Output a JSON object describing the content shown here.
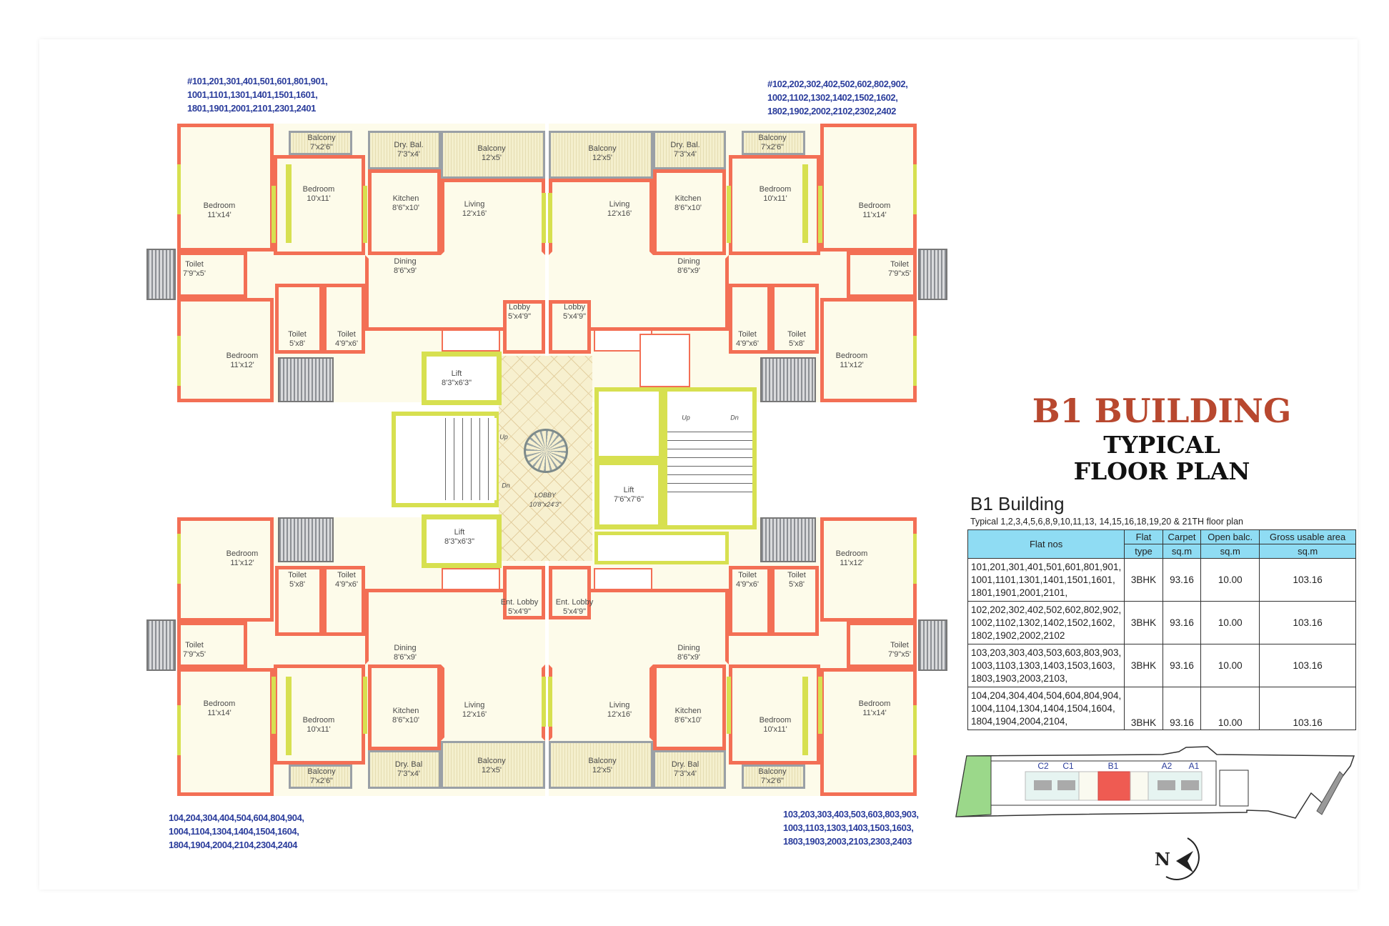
{
  "title": {
    "line1": "B1 BUILDING",
    "line2": "TYPICAL",
    "line3": "FLOOR PLAN"
  },
  "unit_numbers": {
    "top_left": [
      "#101,201,301,401,501,601,801,901,",
      "1001,1101,1301,1401,1501,1601,",
      "1801,1901,2001,2101,2301,2401"
    ],
    "top_right": [
      "#102,202,302,402,502,602,802,902,",
      "1002,1102,1302,1402,1502,1602,",
      "1802,1902,2002,2102,2302,2402"
    ],
    "bottom_left": [
      "104,204,304,404,504,604,804,904,",
      "1004,1104,1304,1404,1504,1604,",
      "1804,1904,2004,2104,2304,2404"
    ],
    "bottom_right": [
      "103,203,303,403,503,603,803,903,",
      "1003,1103,1303,1403,1503,1603,",
      "1803,1903,2003,2103,2303,2403"
    ]
  },
  "apartments": {
    "top_left": [
      {
        "name": "Bedroom",
        "size": "11'x14'"
      },
      {
        "name": "Balcony",
        "size": "7'x2'6\""
      },
      {
        "name": "Bedroom",
        "size": "10'x11'"
      },
      {
        "name": "Dry. Bal.",
        "size": "7'3\"x4'"
      },
      {
        "name": "Balcony",
        "size": "12'x5'"
      },
      {
        "name": "Kitchen",
        "size": "8'6\"x10'"
      },
      {
        "name": "Living",
        "size": "12'x16'"
      },
      {
        "name": "Dining",
        "size": "8'6\"x9'"
      },
      {
        "name": "Toilet",
        "size": "7'9\"x5'"
      },
      {
        "name": "Toilet",
        "size": "5'x8'"
      },
      {
        "name": "Toilet",
        "size": "4'9\"x6'"
      },
      {
        "name": "Bedroom",
        "size": "11'x12'"
      },
      {
        "name": "Lobby",
        "size": "5'x4'9\""
      }
    ],
    "top_right": [
      {
        "name": "Bedroom",
        "size": "11'x14'"
      },
      {
        "name": "Balcony",
        "size": "7'x2'6\""
      },
      {
        "name": "Bedroom",
        "size": "10'x11'"
      },
      {
        "name": "Dry. Bal.",
        "size": "7'3\"x4'"
      },
      {
        "name": "Balcony",
        "size": "12'x5'"
      },
      {
        "name": "Kitchen",
        "size": "8'6\"x10'"
      },
      {
        "name": "Living",
        "size": "12'x16'"
      },
      {
        "name": "Dining",
        "size": "8'6\"x9'"
      },
      {
        "name": "Toilet",
        "size": "7'9\"x5'"
      },
      {
        "name": "Toilet",
        "size": "5'x8'"
      },
      {
        "name": "Toilet",
        "size": "4'9\"x6'"
      },
      {
        "name": "Bedroom",
        "size": "11'x12'"
      },
      {
        "name": "Lobby",
        "size": "5'x4'9\""
      }
    ],
    "bottom_left": [
      {
        "name": "Bedroom",
        "size": "11'x14'"
      },
      {
        "name": "Balcony",
        "size": "7'x2'6\""
      },
      {
        "name": "Bedroom",
        "size": "10'x11'"
      },
      {
        "name": "Dry. Bal",
        "size": "7'3\"x4'"
      },
      {
        "name": "Balcony",
        "size": "12'x5'"
      },
      {
        "name": "Kitchen",
        "size": "8'6\"x10'"
      },
      {
        "name": "Living",
        "size": "12'x16'"
      },
      {
        "name": "Dining",
        "size": "8'6\"x9'"
      },
      {
        "name": "Toilet",
        "size": "7'9\"x5'"
      },
      {
        "name": "Toilet",
        "size": "5'x8'"
      },
      {
        "name": "Toilet",
        "size": "4'9\"x6'"
      },
      {
        "name": "Bedroom",
        "size": "11'x12'"
      },
      {
        "name": "Ent. Lobby",
        "size": "5'x4'9\""
      }
    ],
    "bottom_right": [
      {
        "name": "Bedroom",
        "size": "11'x14'"
      },
      {
        "name": "Balcony",
        "size": "7'x2'6\""
      },
      {
        "name": "Bedroom",
        "size": "10'x11'"
      },
      {
        "name": "Dry. Bal",
        "size": "7'3\"x4'"
      },
      {
        "name": "Balcony",
        "size": "12'x5'"
      },
      {
        "name": "Kitchen",
        "size": "8'6\"x10'"
      },
      {
        "name": "Living",
        "size": "12'x16'"
      },
      {
        "name": "Dining",
        "size": "8'6\"x9'"
      },
      {
        "name": "Toilet",
        "size": "7'9\"x5'"
      },
      {
        "name": "Toilet",
        "size": "5'x8'"
      },
      {
        "name": "Toilet",
        "size": "4'9\"x6'"
      },
      {
        "name": "Bedroom",
        "size": "11'x12'"
      },
      {
        "name": "Ent. Lobby",
        "size": "5'x4'9\""
      }
    ]
  },
  "core": {
    "lift_top": {
      "name": "Lift",
      "size": "8'3\"x6'3\""
    },
    "lift_bottom": {
      "name": "Lift",
      "size": "8'3\"x6'3\""
    },
    "lift_right": {
      "name": "Lift",
      "size": "7'6\"x7'6\""
    },
    "lobby": {
      "name": "LOBBY",
      "size": "10'8\"x24'3\""
    },
    "stair_left": {
      "up": "Up",
      "dn": "Dn"
    },
    "stair_right": {
      "up": "Up",
      "dn": "Dn"
    }
  },
  "summary": {
    "heading": "B1 Building",
    "subheading": "Typical 1,2,3,4,5,6,8,9,10,11,13, 14,15,16,18,19,20 & 21TH floor plan",
    "headers": {
      "flat_nos": "Flat nos",
      "flat_type": [
        "Flat",
        "type"
      ],
      "carpet": [
        "Carpet",
        "sq.m"
      ],
      "open_balc": [
        "Open balc.",
        "sq.m"
      ],
      "gross": [
        "Gross usable area",
        "sq.m"
      ]
    },
    "rows": [
      {
        "flat_nos": [
          "101,201,301,401,501,601,801,901,",
          "1001,1101,1301,1401,1501,1601,",
          "1801,1901,2001,2101,"
        ],
        "type": "3BHK",
        "carpet": "93.16",
        "open_balc": "10.00",
        "gross": "103.16"
      },
      {
        "flat_nos": [
          "102,202,302,402,502,602,802,902,",
          "1002,1102,1302,1402,1502,1602,",
          "1802,1902,2002,2102"
        ],
        "type": "3BHK",
        "carpet": "93.16",
        "open_balc": "10.00",
        "gross": "103.16"
      },
      {
        "flat_nos": [
          "103,203,303,403,503,603,803,903,",
          "1003,1103,1303,1403,1503,1603,",
          "1803,1903,2003,2103,"
        ],
        "type": "3BHK",
        "carpet": "93.16",
        "open_balc": "10.00",
        "gross": "103.16"
      },
      {
        "flat_nos": [
          "104,204,304,404,504,604,804,904,",
          "1004,1104,1304,1404,1504,1604,",
          "1804,1904,2004,2104,"
        ],
        "type": "3BHK",
        "carpet": "93.16",
        "open_balc": "10.00",
        "gross": "103.16"
      }
    ]
  },
  "key_plan": {
    "buildings": [
      "C2",
      "C1",
      "B1",
      "A2",
      "A1"
    ],
    "highlight": "B1",
    "highlight_color": "#ef5b52",
    "green_color": "#9bd88a"
  },
  "compass": {
    "label": "N"
  },
  "colors": {
    "wall": "#f36f55",
    "window": "#d7e050",
    "unit_text": "#2b3d9c",
    "title": "#b8482f",
    "table_header": "#8fdcf3"
  }
}
